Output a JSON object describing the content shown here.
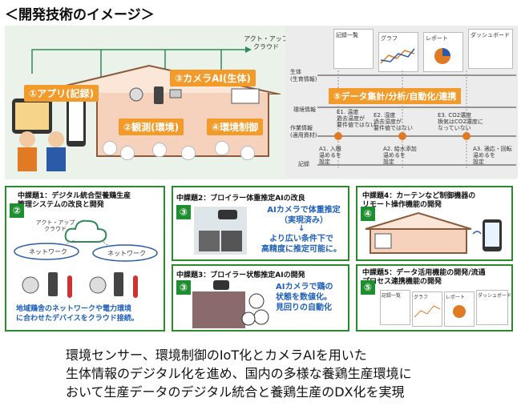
{
  "title": "＜開発技術のイメージ＞",
  "overview": {
    "cloud_label": "アクト・アップ\nクラウド",
    "tag_app": "①アプリ(記録)",
    "tag_camera": "③カメラAI(生体)",
    "tag_observe": "②観測(環境)",
    "tag_control": "④環境制御",
    "tag_data": "⑤データ集計/分析/自動化/連携",
    "row_bio": "生体\n(生育情報)",
    "row_env": "環境情報",
    "row_work": "作業情報\n(適用資材)",
    "row_record": "記録",
    "screen_labels": [
      "記録一覧",
      "グラフ",
      "レポート",
      "ダッシュボード"
    ],
    "notes": [
      "E1. 温度\n過去温度が\n要件値ではない",
      "E2. 湿度\n過去湿度が\n要件値ではない",
      "E3. CO2濃度\n換気はCO2濃度に\nなっていない"
    ],
    "actions": [
      "A1. 入雛\n温めるを\n設定",
      "A2. 給水添加\n温めるを\n設定",
      "A3. 適応・回転\n温めるを\n設定"
    ]
  },
  "tasks": [
    {
      "id": "task-1",
      "num": "②",
      "heading": "中課題1：デジタル統合型養鶏生産\n管理システムの改良と開発",
      "cloud": "アクト・アップ\nクラウド",
      "net_left": "ネットワーク",
      "net_right": "ネットワーク",
      "caption": "地域鶏舎のネットワークや電力環境\nに合わせたデバイスをクラウド接続。"
    },
    {
      "id": "task-2",
      "num": "③",
      "heading": "中課題2：ブロイラー体重推定AIの改良",
      "text1": "AIカメラで体重推定\n（実現済み）",
      "arrow": "↓",
      "text2": "より広い条件下で\n高精度に推定可能に。"
    },
    {
      "id": "task-3",
      "num": "③",
      "heading": "中課題3：ブロイラー状態推定AIの開発",
      "text": "AIカメラで鶏の\n状態を数値化。\n見回りの自動化"
    },
    {
      "id": "task-4",
      "num": "④",
      "heading": "中課題4：カーテンなど制御機器の\nリモート操作機能の開発"
    },
    {
      "id": "task-5",
      "num": "⑤",
      "heading": "中課題5：データ活用機能の開発/流通\nプロセス連携機能の開発",
      "screen_labels": [
        "記録一覧",
        "グラフ",
        "レポート",
        "ダッシュボード"
      ]
    }
  ],
  "summary": [
    "環境センサー、環境制御のIoT化とカメラAIを用いた",
    "生体情報のデジタル化を進め、国内の多様な養鶏生産環境に",
    "おいて生産データのデジタル統合と養鶏生産のDX化を実現"
  ],
  "colors": {
    "accent_green": "#1e8f2e",
    "tag_orange": "#f39b2a",
    "text_blue": "#1e5fb8",
    "panel_bg": "#eaf2ea"
  }
}
